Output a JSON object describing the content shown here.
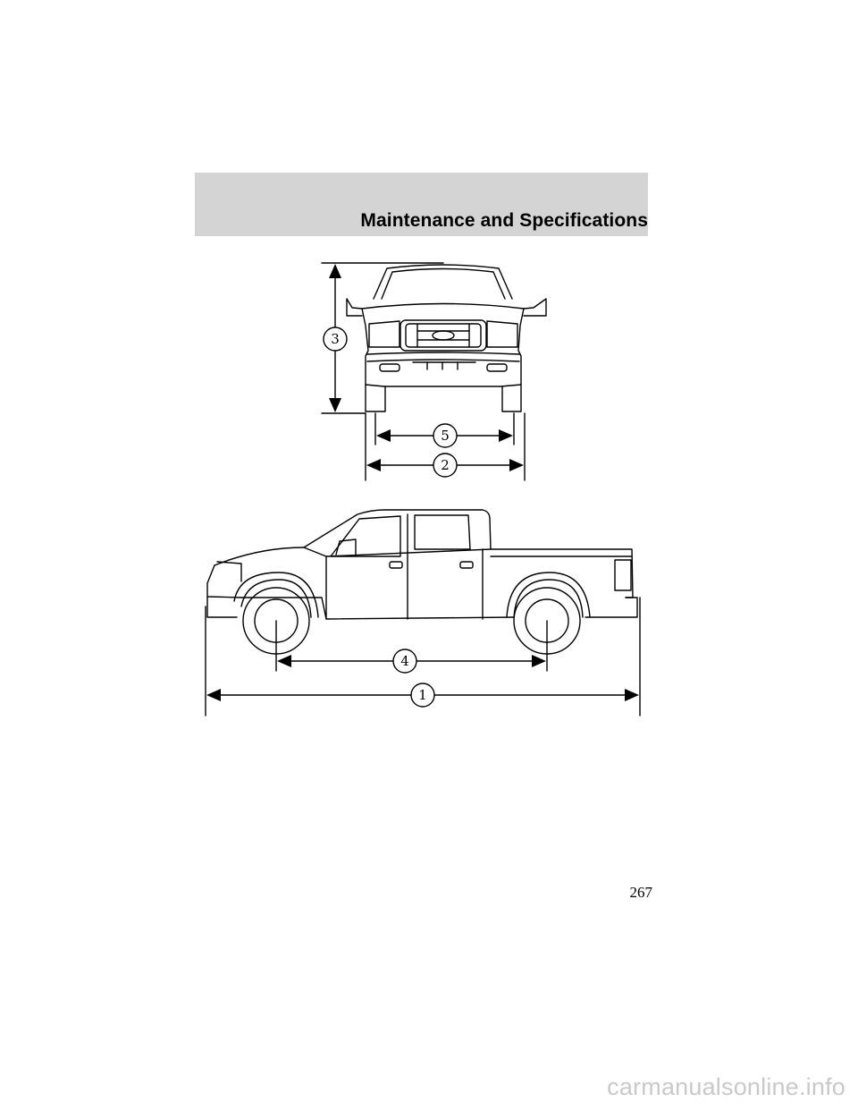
{
  "header": {
    "title": "Maintenance and Specifications",
    "band_color": "#d4d4d4"
  },
  "diagram": {
    "callouts": {
      "overall_length": "1",
      "overall_width": "2",
      "overall_height": "3",
      "wheelbase": "4",
      "track": "5"
    }
  },
  "page_number": "267",
  "watermark": "carmanualsonline.info"
}
